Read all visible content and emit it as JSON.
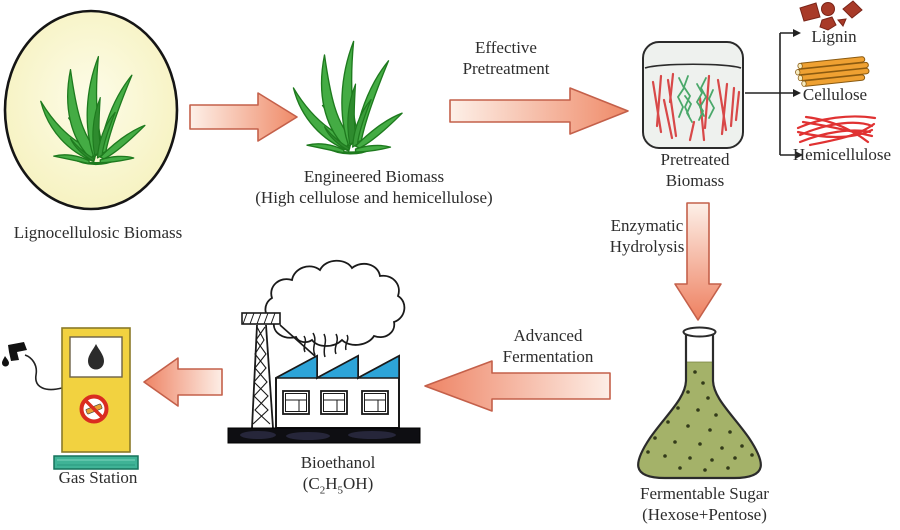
{
  "nodes": {
    "lignocellulosic_biomass": {
      "label": "Lignocellulosic Biomass"
    },
    "engineered_biomass": {
      "label": "Engineered Biomass",
      "sublabel": "(High cellulose and hemicellulose)"
    },
    "pretreated_biomass": {
      "label_line1": "Pretreated",
      "label_line2": "Biomass"
    },
    "lignin": {
      "label": "Lignin"
    },
    "cellulose": {
      "label": "Cellulose"
    },
    "hemicellulose": {
      "label": "Hemicellulose"
    },
    "fermentable_sugar": {
      "label": "Fermentable Sugar",
      "sublabel_p1": "(Hexose+Pentose)"
    },
    "bioethanol": {
      "label": "Bioethanol",
      "formula": {
        "p1": "(C",
        "sub1": "2",
        "p2": "H",
        "sub2": "5",
        "p3": "OH)"
      }
    },
    "gas_station": {
      "label": "Gas Station"
    }
  },
  "arrows": {
    "effective_pretreatment": {
      "line1": "Effective",
      "line2": "Pretreatment"
    },
    "enzymatic_hydrolysis": {
      "line1": "Enzymatic",
      "line2": "Hydrolysis"
    },
    "advanced_fermentation": {
      "line1": "Advanced",
      "line2": "Fermentation"
    }
  },
  "colors": {
    "arrow_light": "#fdf0e8",
    "arrow_salmon": "#ef8a68",
    "arrow_stroke": "#c4604a",
    "plant_green": "#44ac44",
    "plant_outline": "#1e7a1e",
    "ellipse_fill": "#fbf8cf",
    "beaker_fill": "#eef1ee",
    "strand_red": "#d84848",
    "strand_green": "#4aa86a",
    "lignin_brown": "#a83a28",
    "cellulose_orange": "#efa132",
    "hemicellulose_red": "#e03232",
    "flask_liquid": "#a4b269",
    "roof_blue": "#2da4d8",
    "pump_yellow": "#f2d240",
    "pump_base_teal": "#3fb396",
    "no_smoking_red": "#da2c20",
    "text": "#2d2d2d"
  }
}
